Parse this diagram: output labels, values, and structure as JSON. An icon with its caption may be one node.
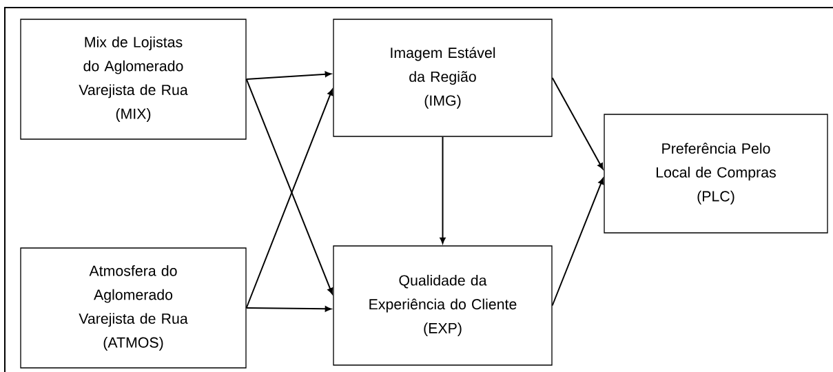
{
  "diagram": {
    "nodes": [
      {
        "text": [
          "Mix de Lojistas do Aglomerado Varejista de Rua",
          "(MIX)"
        ]
      },
      {
        "text": [
          "Atmosfera do Aglomerado Varejista de Rua",
          "(ATMOS)"
        ]
      },
      {
        "text": [
          "Imagem Estável da Região",
          "(IMG)"
        ]
      },
      {
        "text": [
          "Qualidade da Experiência do Cliente",
          "(EXP)"
        ]
      },
      {
        "text": [
          "Preferência Pelo Local de Compras",
          "(PLC)"
        ]
      }
    ],
    "edges": [
      {
        "from": 0,
        "to": 2,
        "arrow": "to"
      },
      {
        "from": 0,
        "to": 3,
        "arrow": "to"
      },
      {
        "from": 1,
        "to": 2,
        "arrow": "to"
      },
      {
        "from": 1,
        "to": 3,
        "arrow": "to"
      },
      {
        "from": 2,
        "to": 3,
        "arrow": "to"
      },
      {
        "from": 2,
        "to": 4,
        "arrow": "to"
      },
      {
        "from": 3,
        "to": 4,
        "arrow": "to"
      }
    ]
  }
}
